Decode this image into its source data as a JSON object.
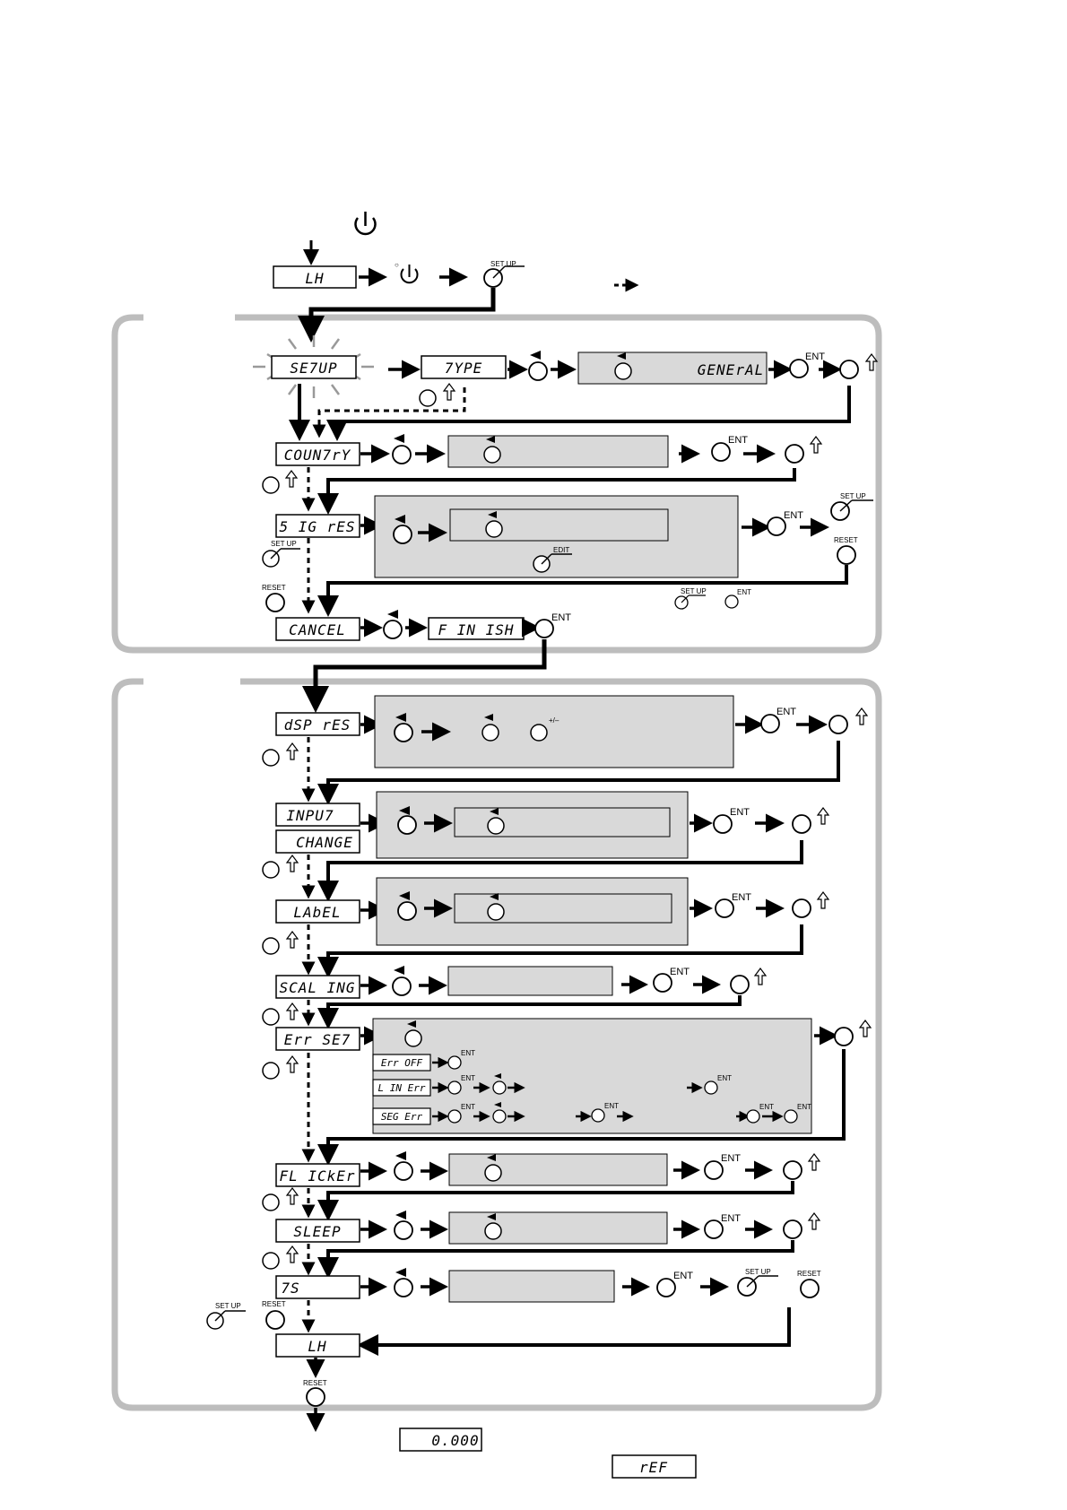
{
  "displays": {
    "lh": "LH",
    "setup": "SE7UP",
    "type": "7YPE",
    "general": "GENErAL",
    "country": "COUN7rY",
    "sig_res": "5 IG rES",
    "cancel": "CANCEL",
    "finish": "F IN ISH",
    "dsp_res": "dSP rES",
    "input": "INPU7",
    "change": "CHANGE",
    "label": "LAbEL",
    "scaling": "SCAL ING",
    "err_set": "Err SE7",
    "err_off": "Err OFF",
    "lin_err": "L IN Err",
    "seg_err": "SEG Err",
    "flicker": "FL ICkEr",
    "sleep": "SLEEP",
    "ts": "7S",
    "lh_end": "LH",
    "zero": "0.000",
    "ref": "rEF"
  },
  "keys": {
    "ent": "ENT",
    "setup": "SET UP",
    "reset": "RESET",
    "edit": "EDIT",
    "plusminus": "+/–",
    "power_small": "○"
  },
  "colors": {
    "panel": "#d9d9d9",
    "frame": "#bdbdbd",
    "ink": "#000000"
  }
}
